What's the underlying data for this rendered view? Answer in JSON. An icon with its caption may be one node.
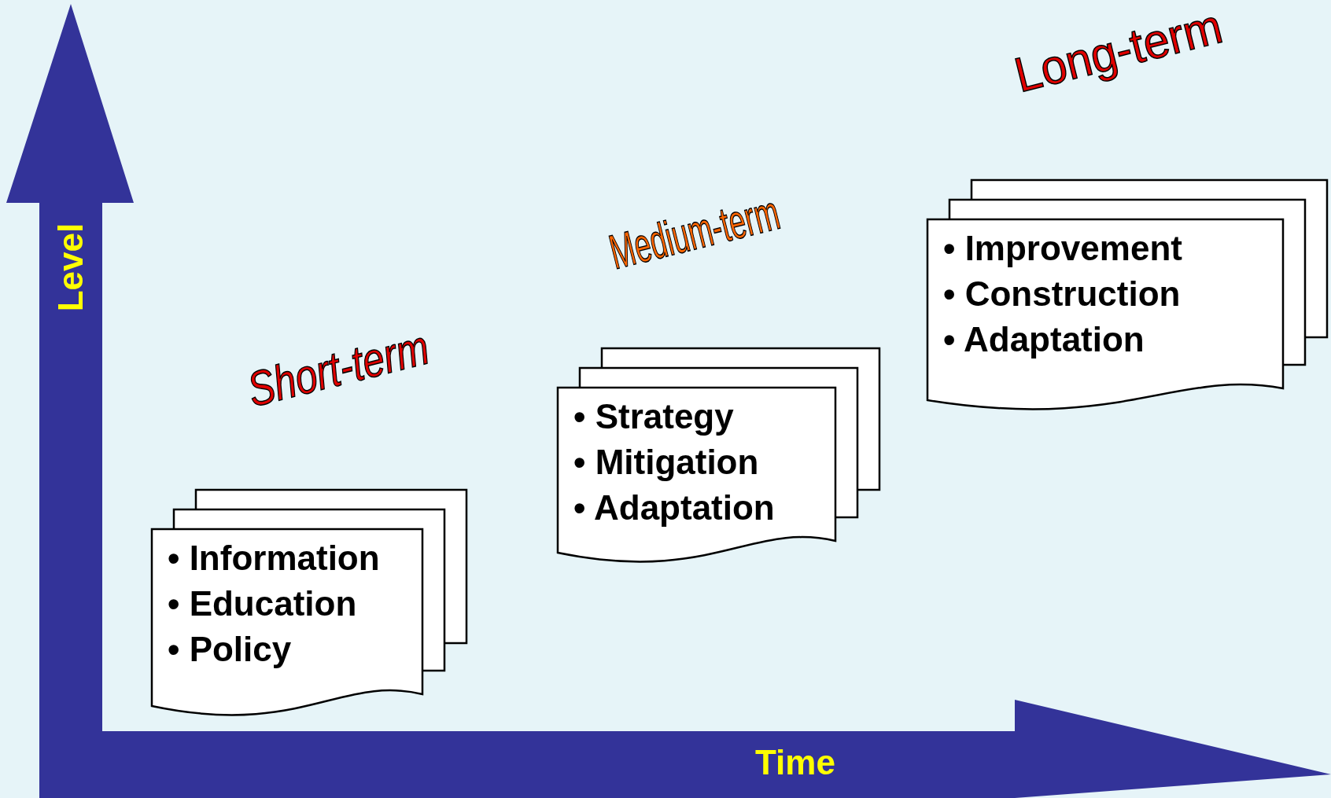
{
  "diagram": {
    "nodes": [
      {
        "text": [
          "Short-term",
          "• Information",
          "• Education",
          "• Policy"
        ]
      },
      {
        "text": [
          "Medium-term",
          "• Strategy",
          "• Mitigation",
          "• Adaptation"
        ]
      },
      {
        "text": [
          "Long-term",
          "• Improvement",
          "• Construction",
          "• Adaptation"
        ]
      }
    ],
    "labels": [
      "Level",
      "Time"
    ]
  }
}
